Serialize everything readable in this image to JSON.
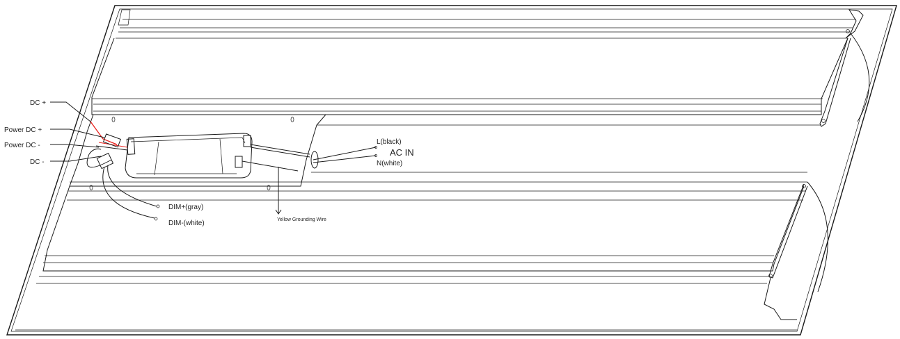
{
  "labels": {
    "dc_plus": "DC +",
    "power_dc_plus": "Power DC +",
    "power_dc_minus": "Power DC -",
    "dc_minus": "DC -",
    "l_black": "L(black)",
    "ac_in": "AC IN",
    "n_white": "N(white)",
    "dim_plus": "DIM+(gray)",
    "dim_minus": "DIM-(white)",
    "yellow_ground": "Yellow Grounding Wire"
  },
  "colors": {
    "line": "#1a1a1a",
    "dc_plus_wire": "#e8201c",
    "text": "#222222"
  }
}
